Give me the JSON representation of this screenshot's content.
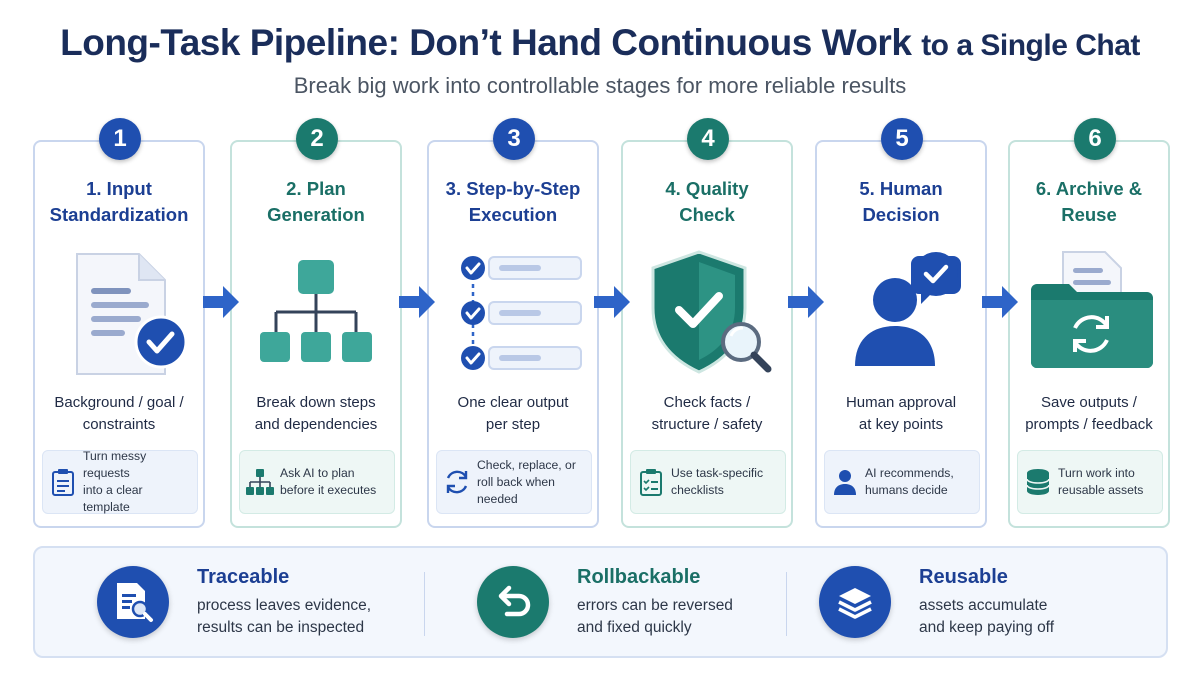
{
  "header": {
    "title_main": "Long-Task Pipeline: Don’t Hand Continuous Work",
    "title_tail": "to a Single Chat",
    "subtitle": "Break big work into controllable stages for more reliable results"
  },
  "colors": {
    "blue": "#1f4fb0",
    "teal": "#1b7a6e",
    "navy": "#1a2d5a"
  },
  "stages": [
    {
      "number": "1",
      "title_line1": "1. Input",
      "title_line2": "Standardization",
      "desc_line1": "Background / goal /",
      "desc_line2": "constraints",
      "tip_line1": "Turn messy requests",
      "tip_line2": "into a clear template",
      "illustration": "document-check-icon",
      "tip_icon": "clipboard-icon",
      "color": "blue"
    },
    {
      "number": "2",
      "title_line1": "2. Plan",
      "title_line2": "Generation",
      "desc_line1": "Break down steps",
      "desc_line2": "and dependencies",
      "tip_line1": "Ask AI to plan",
      "tip_line2": "before it executes",
      "illustration": "hierarchy-icon",
      "tip_icon": "org-chart-icon",
      "color": "teal"
    },
    {
      "number": "3",
      "title_line1": "3. Step-by-Step",
      "title_line2": "Execution",
      "desc_line1": "One clear output",
      "desc_line2": "per step",
      "tip_line1": "Check, replace, or",
      "tip_line2": "roll back when needed",
      "illustration": "checklist-steps-icon",
      "tip_icon": "refresh-icon",
      "color": "blue"
    },
    {
      "number": "4",
      "title_line1": "4. Quality",
      "title_line2": "Check",
      "desc_line1": "Check facts /",
      "desc_line2": "structure / safety",
      "tip_line1": "Use task-specific",
      "tip_line2": "checklists",
      "illustration": "shield-magnifier-icon",
      "tip_icon": "checklist-icon",
      "color": "teal"
    },
    {
      "number": "5",
      "title_line1": "5. Human",
      "title_line2": "Decision",
      "desc_line1": "Human approval",
      "desc_line2": "at key points",
      "tip_line1": "AI recommends,",
      "tip_line2": "humans decide",
      "illustration": "person-check-icon",
      "tip_icon": "person-icon",
      "color": "blue"
    },
    {
      "number": "6",
      "title_line1": "6. Archive &",
      "title_line2": "Reuse",
      "desc_line1": "Save outputs /",
      "desc_line2": "prompts / feedback",
      "tip_line1": "Turn work into",
      "tip_line2": "reusable assets",
      "illustration": "folder-sync-icon",
      "tip_icon": "database-icon",
      "color": "teal"
    }
  ],
  "features": [
    {
      "title": "Traceable",
      "line1": "process leaves evidence,",
      "line2": "results can be inspected",
      "icon": "document-search-icon",
      "color": "blue"
    },
    {
      "title": "Rollbackable",
      "line1": "errors can be reversed",
      "line2": "and fixed quickly",
      "icon": "undo-icon",
      "color": "teal"
    },
    {
      "title": "Reusable",
      "line1": "assets accumulate",
      "line2": "and keep paying off",
      "icon": "layers-icon",
      "color": "blue"
    }
  ]
}
